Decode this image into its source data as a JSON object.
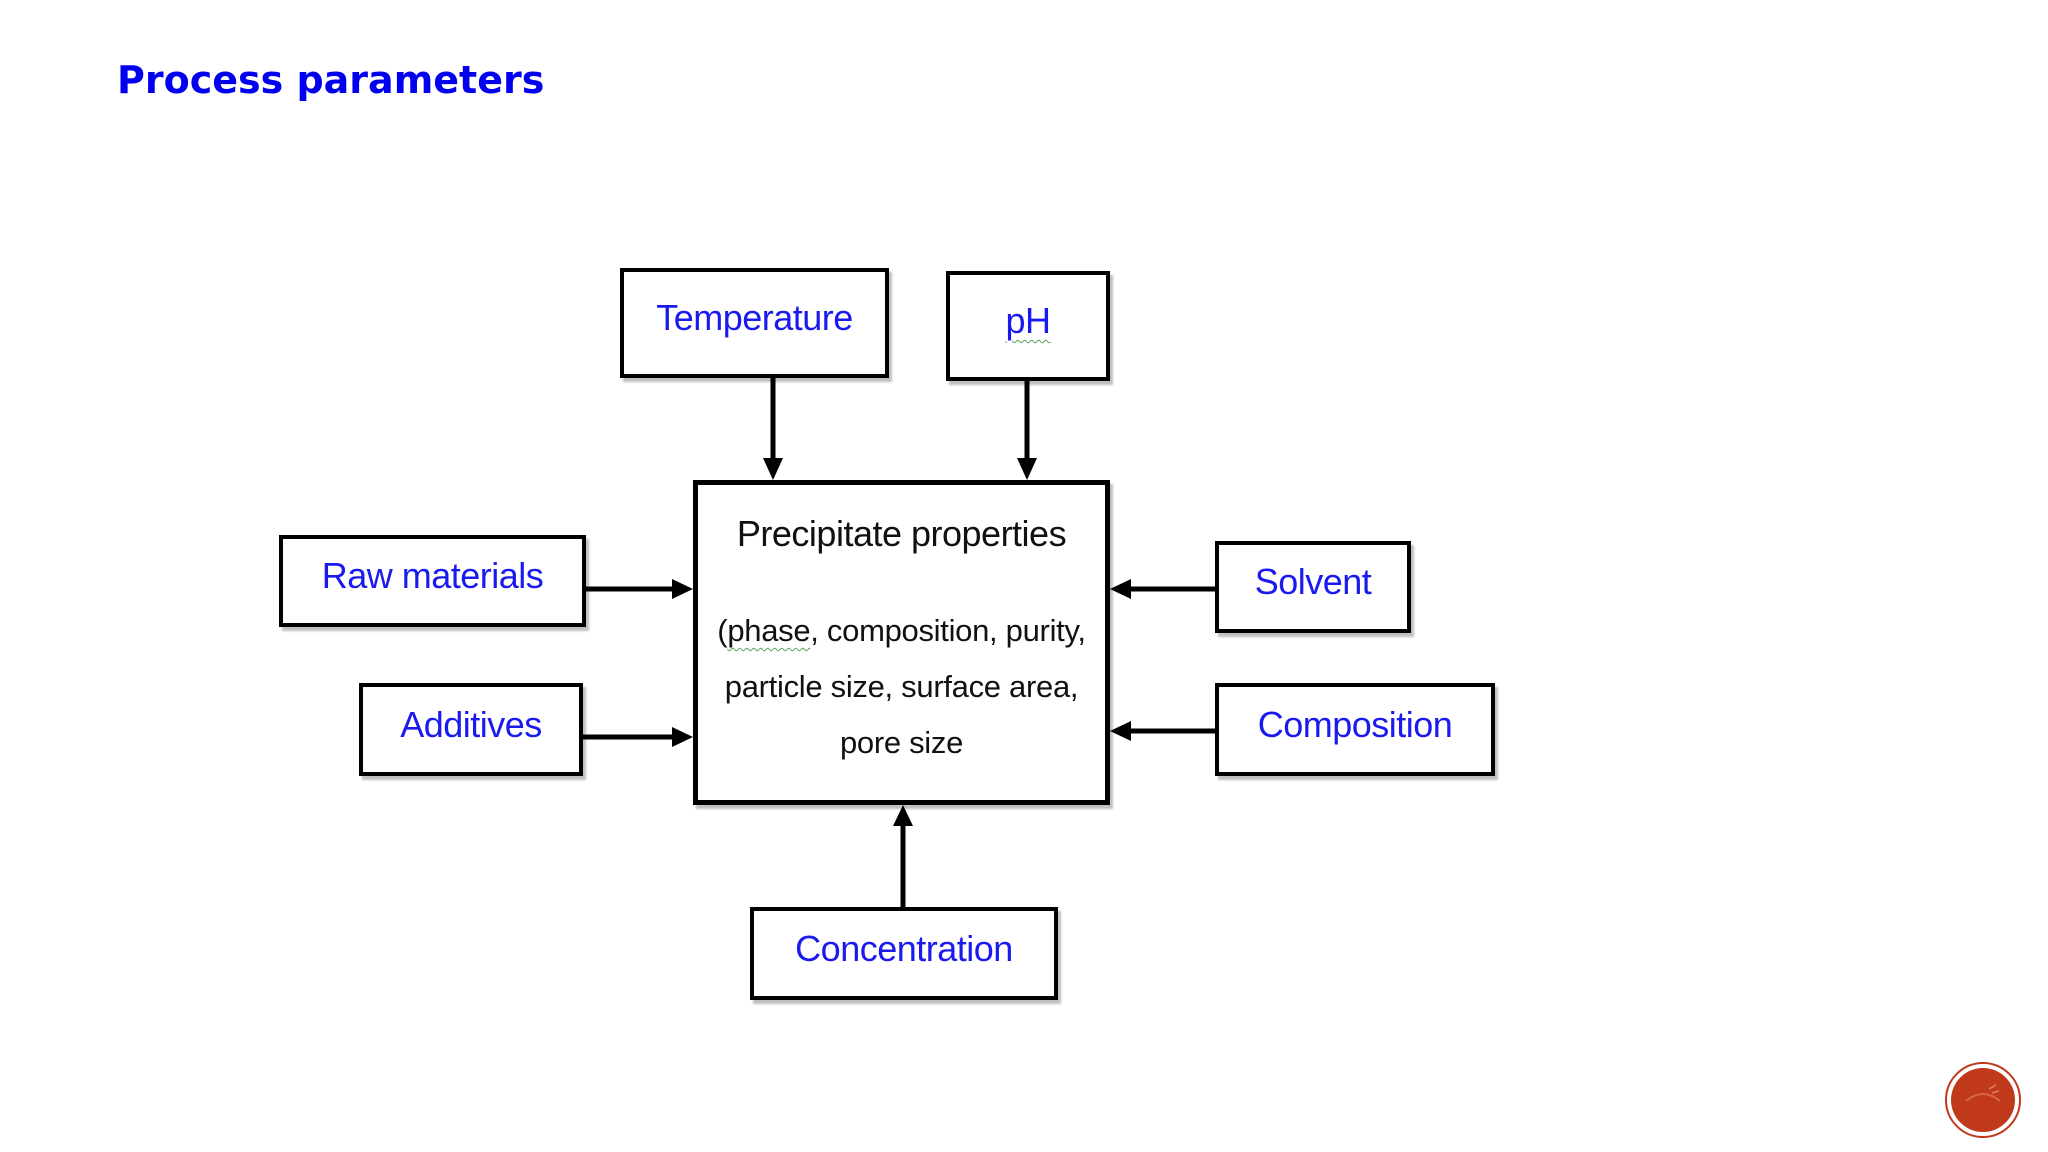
{
  "slide": {
    "title": "Process parameters"
  },
  "diagram": {
    "center": {
      "title": "Precipitate properties",
      "line1_prefix": "(",
      "line1_flagged": "phase",
      "line1_rest": ", composition, purity,",
      "line2": "particle size, surface area,",
      "line3": "pore size"
    },
    "inputs": {
      "temperature": "Temperature",
      "ph": "pH",
      "raw_materials": "Raw materials",
      "additives": "Additives",
      "solvent": "Solvent",
      "composition": "Composition",
      "concentration": "Concentration"
    }
  },
  "colors": {
    "title": "#0000ee",
    "box_text": "#1a1aee",
    "center_text": "#111111",
    "badge": "#c0391b"
  }
}
